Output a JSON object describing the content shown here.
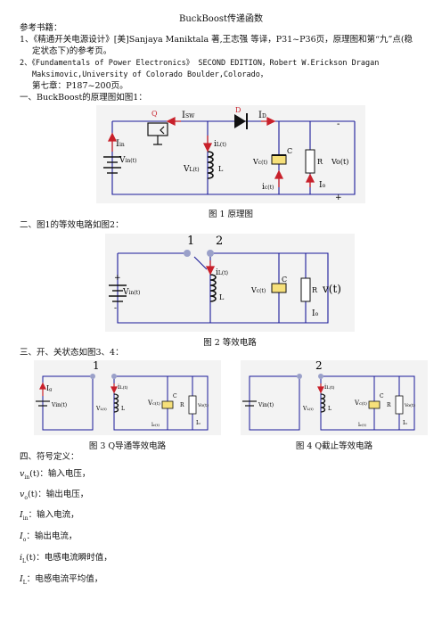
{
  "title": "BuckBoost传递函数",
  "references_heading": "参考书籍：",
  "refs": [
    "1、《精通开关电源设计》[美]Sanjaya Maniktala 著,王志强 等译，P31~P36页，原理图和第“九”点(稳",
    "定状态下)的参考页。",
    "2、《Fundamentals of Power Electronics》 SECOND EDITION，Robert W.Erickson Dragan",
    "Maksimovic,University of Colorado Boulder,Colorado，",
    "第七章：P187~200页。"
  ],
  "section1": "一、BuckBoost的原理图如图1：",
  "fig1": {
    "caption": "图 1 原理图",
    "labels": {
      "q": "Q",
      "isw": "I",
      "isw_sub": "SW",
      "d": "D",
      "id": "I",
      "id_sub": "D",
      "iin": "I",
      "iin_sub": "in",
      "il": "i",
      "il_sub": "L(t)",
      "vin": "V",
      "vin_sub": "in(t)",
      "vl": "V",
      "vl_sub": "L(t)",
      "l": "L",
      "vc": "V",
      "vc_sub": "c(t)",
      "c": "C",
      "ic": "i",
      "ic_sub": "c(t)",
      "r": "R",
      "vo": "Vo(t)",
      "io": "I",
      "io_sub": "o",
      "plus": "+",
      "minus": "-"
    }
  },
  "section2": "二、图1的等效电路如图2：",
  "fig2": {
    "caption": "图 2 等效电路",
    "labels": {
      "n1": "1",
      "n2": "2",
      "il": "i",
      "il_sub": "L(t)",
      "vin": "V",
      "vin_sub": "in(t)",
      "l": "L",
      "vc": "V",
      "vc_sub": "c(t)",
      "c": "C",
      "r": "R",
      "vt": "v(t)",
      "io": "I",
      "io_sub": "o",
      "plus": "+",
      "minus": "-"
    }
  },
  "section3": "三、开、关状态如图3、4：",
  "fig3": {
    "caption": "图 3 Q导通等效电路",
    "node": "1"
  },
  "fig4": {
    "caption": "图 4 Q截止等效电路",
    "node": "2"
  },
  "small_labels": {
    "ig": "I",
    "ig_sub": "g",
    "vin": "Vin(t)",
    "il": "i",
    "il_sub": "L(t)",
    "vl": "V",
    "vl_sub": "L(t)",
    "l": "L",
    "vc": "V",
    "vc_sub": "c(t)",
    "c": "C",
    "ic": "i",
    "ic_sub": "c(t)",
    "r": "R",
    "vo": "Vo(t)",
    "io": "I",
    "io_sub": "o",
    "plus": "+",
    "minus": "-"
  },
  "section4": "四、符号定义：",
  "definitions": [
    {
      "sym": "v",
      "sub": "in",
      "arg": "(t)",
      "desc": "：输入电压，"
    },
    {
      "sym": "v",
      "sub": "o",
      "arg": "(t)",
      "desc": "：输出电压，"
    },
    {
      "sym": "I",
      "sub": "in",
      "arg": "",
      "desc": "：输入电流，"
    },
    {
      "sym": "I",
      "sub": "o",
      "arg": "",
      "desc": "：输出电流，"
    },
    {
      "sym": "i",
      "sub": "L",
      "arg": "(t)",
      "desc": "：电感电流瞬时值，"
    },
    {
      "sym": "I",
      "sub": "L",
      "arg": "",
      "desc": "：电感电流平均值，"
    }
  ],
  "colors": {
    "wire": "#1a1a99",
    "accent": "#c8202a",
    "panel": "#f3f3f3",
    "cap_fill": "#f6e07a"
  }
}
